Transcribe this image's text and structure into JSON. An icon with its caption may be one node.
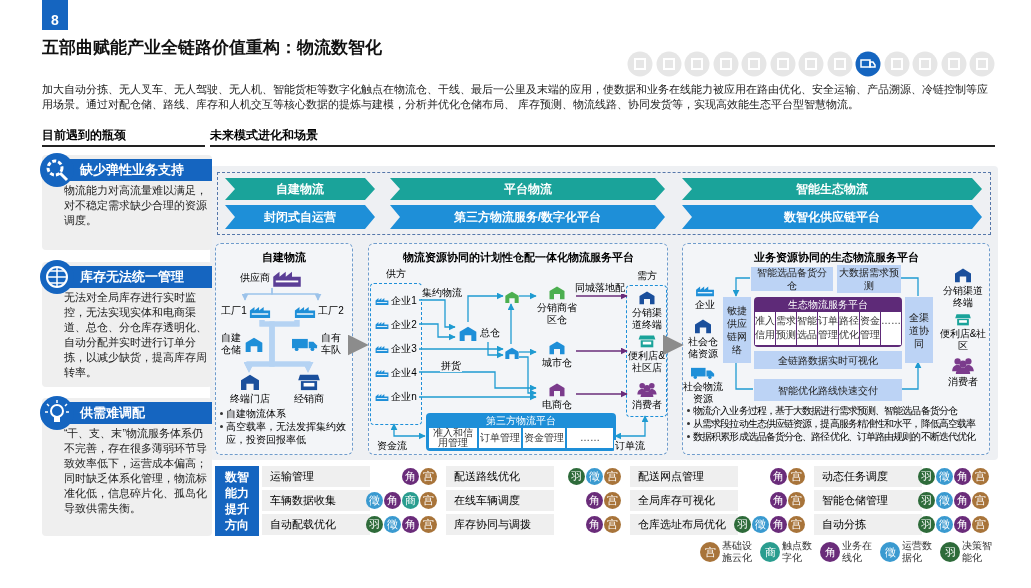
{
  "diagram": {
    "title": "五部曲赋能产业全链路价值重构：物流数智化",
    "nodes": [
      {
        "text": [
          "缺少弹性业务支持",
          "物流能力对高流量难以满足，对不稳定需求缺少合理的资源调度。"
        ]
      },
      {
        "text": [
          "库存无法统一管理",
          "无法对全局库存进行实时监控，无法实现实体和电商渠道、总仓、分仓库存透明化、自动分配并实时进行订单分拣，以减少缺货，提高库存周转率。"
        ]
      },
      {
        "text": [
          "供需难调配",
          "“干、支、末”物流服务体系仍不完善，存在很多薄弱环节导致效率低下，运营成本偏高；同时缺乏体系化管理，物流标准化低，信息碎片化、孤岛化导致供需失衡。"
        ]
      },
      {
        "text": [
          "自建物流"
        ]
      },
      {
        "text": [
          "封闭式自运营"
        ]
      },
      {
        "text": [
          "平台物流"
        ]
      },
      {
        "text": [
          "第三方物流服务/数字化平台"
        ]
      },
      {
        "text": [
          "智能生态物流"
        ]
      },
      {
        "text": [
          "数智化供应链平台"
        ]
      },
      {
        "text": [
          "自建物流",
          "自建物流体系",
          "高空载率，无法发挥集约效应，投资回报率低"
        ]
      },
      {
        "text": [
          "供应商"
        ],
        "in": 9
      },
      {
        "text": [
          "工厂1"
        ],
        "in": 9
      },
      {
        "text": [
          "工厂2"
        ],
        "in": 9
      },
      {
        "text": [
          "自建仓储"
        ],
        "in": 9
      },
      {
        "text": [
          "自有车队"
        ],
        "in": 9
      },
      {
        "text": [
          "终端门店"
        ],
        "in": 9
      },
      {
        "text": [
          "经销商"
        ],
        "in": 9
      },
      {
        "text": [
          "物流资源协同的计划性仓配一体化物流服务平台"
        ]
      },
      {
        "text": [
          "供方"
        ],
        "in": 17
      },
      {
        "text": [
          "企业1"
        ],
        "in": 18
      },
      {
        "text": [
          "企业2"
        ],
        "in": 18
      },
      {
        "text": [
          "企业3"
        ],
        "in": 18
      },
      {
        "text": [
          "企业4"
        ],
        "in": 18
      },
      {
        "text": [
          "企业n"
        ],
        "in": 18
      },
      {
        "text": [
          "总仓"
        ],
        "in": 17
      },
      {
        "text": [],
        "shape": "picture",
        "in": 17
      },
      {
        "text": [],
        "shape": "picture",
        "in": 17
      },
      {
        "text": [
          "分销商省区仓"
        ],
        "in": 17
      },
      {
        "text": [
          "城市仓"
        ],
        "in": 17
      },
      {
        "text": [
          "电商仓"
        ],
        "in": 17
      },
      {
        "text": [
          "需方"
        ],
        "in": 17
      },
      {
        "text": [
          "分销渠道终端"
        ],
        "in": 30
      },
      {
        "text": [
          "便利店&社区店"
        ],
        "in": 30
      },
      {
        "text": [
          "消费者"
        ],
        "in": 30
      },
      {
        "text": [
          "第三方物流平台"
        ],
        "in": 17
      },
      {
        "text": [
          "准入和信用管理"
        ],
        "in": 34
      },
      {
        "text": [
          "订单管理"
        ],
        "in": 34
      },
      {
        "text": [
          "资金管理"
        ],
        "in": 34
      },
      {
        "text": [
          "……"
        ],
        "in": 34
      },
      {
        "text": [
          "业务资源协同的生态物流服务平台",
          "物流介入业务过程，基于大数据进行需求预测、智能选品备货分仓",
          "从需求段拉动生态供应链资源，提高服务精准性和水平，降低高空载率",
          "数据积累形成选品备货分仓、路径优化、订单路由规则的不断迭代优化"
        ]
      },
      {
        "text": [
          "企业"
        ],
        "in": 39
      },
      {
        "text": [
          "社会仓储资源"
        ],
        "in": 39
      },
      {
        "text": [
          "社会物流资源"
        ],
        "in": 39
      },
      {
        "text": [
          "智能选品备货分仓"
        ],
        "in": 39
      },
      {
        "text": [
          "大数据需求预测"
        ],
        "in": 39
      },
      {
        "text": [
          "敏捷供应链网络"
        ],
        "in": 39
      },
      {
        "text": [
          "生态物流服务平台"
        ],
        "in": 39
      },
      {
        "text": [
          "准入信用"
        ],
        "in": 46
      },
      {
        "text": [
          "需求预测"
        ],
        "in": 46
      },
      {
        "text": [
          "智能选品"
        ],
        "in": 46
      },
      {
        "text": [
          "订单管理"
        ],
        "in": 46
      },
      {
        "text": [
          "路径优化"
        ],
        "in": 46
      },
      {
        "text": [
          "资金管理"
        ],
        "in": 46
      },
      {
        "text": [
          "……"
        ],
        "in": 46
      },
      {
        "text": [
          "全链路数据实时可视化"
        ],
        "in": 39
      },
      {
        "text": [
          "全渠道协同"
        ],
        "in": 39
      },
      {
        "text": [
          "智能优化路线快速交付"
        ],
        "in": 39
      },
      {
        "text": [
          "分销渠道终端"
        ],
        "in": 39
      },
      {
        "text": [
          "便利店&社区"
        ],
        "in": 39
      },
      {
        "text": [
          "消费者"
        ],
        "in": 39
      },
      {
        "text": [
          "数智能力提升方向"
        ]
      },
      {
        "text": [
          "运输管理"
        ],
        "beside": [
          "角",
          "宫"
        ]
      },
      {
        "text": [
          "配送路线优化"
        ],
        "beside": [
          "羽",
          "徵",
          "宫"
        ]
      },
      {
        "text": [
          "配送网点管理"
        ],
        "beside": [
          "角",
          "宫"
        ]
      },
      {
        "text": [
          "动态任务调度"
        ],
        "beside": [
          "羽",
          "徵",
          "角",
          "宫"
        ]
      },
      {
        "text": [
          "车辆数据收集"
        ],
        "beside": [
          "徵",
          "角",
          "商",
          "宫"
        ]
      },
      {
        "text": [
          "在线车辆调度"
        ],
        "beside": [
          "角",
          "宫"
        ]
      },
      {
        "text": [
          "全局库存可视化"
        ],
        "beside": [
          "角",
          "宫"
        ]
      },
      {
        "text": [
          "智能仓储管理"
        ],
        "beside": [
          "羽",
          "徵",
          "角",
          "宫"
        ]
      },
      {
        "text": [
          "自动配载优化"
        ],
        "beside": [
          "羽",
          "徵",
          "角",
          "宫"
        ]
      },
      {
        "text": [
          "库存协同与调拨"
        ],
        "beside": [
          "角",
          "宫"
        ]
      },
      {
        "text": [
          "仓库选址布局优化"
        ],
        "beside": [
          "羽",
          "徵",
          "角",
          "宫"
        ]
      },
      {
        "text": [
          "自动分拣"
        ],
        "beside": [
          "羽",
          "徵",
          "角",
          "宫"
        ]
      }
    ],
    "edges": [
      {
        "from": 9,
        "to": 17,
        "arrow": "to",
        "style": "thick",
        "color": "#8c8c8c"
      },
      {
        "from": 17,
        "to": 39,
        "arrow": "to",
        "style": "thick",
        "color": "#8c8c8c"
      },
      {
        "from": 10,
        "to": 11,
        "arrow": "to",
        "color": "#9cc3ea"
      },
      {
        "from": 10,
        "to": 12,
        "arrow": "to",
        "color": "#9cc3ea"
      },
      {
        "from": 11,
        "to": 15,
        "arrow": "to",
        "style": "thick",
        "color": "#b5d3f3"
      },
      {
        "from": 11,
        "to": 16,
        "arrow": "to",
        "style": "thick",
        "color": "#b5d3f3"
      },
      {
        "from": 12,
        "to": 15,
        "arrow": "to",
        "style": "thick",
        "color": "#b5d3f3"
      },
      {
        "from": 12,
        "to": 16,
        "arrow": "to",
        "style": "thick",
        "color": "#b5d3f3"
      },
      {
        "from": 19,
        "to": 24,
        "arrow": "to",
        "label": "集约物流"
      },
      {
        "from": 20,
        "to": 24,
        "arrow": "to"
      },
      {
        "from": 24,
        "to": 25,
        "arrow": "to"
      },
      {
        "from": 21,
        "to": 26,
        "arrow": "to"
      },
      {
        "from": 24,
        "to": 26,
        "arrow": "to"
      },
      {
        "from": 22,
        "to": 29,
        "arrow": "to",
        "label": "拼货"
      },
      {
        "from": 23,
        "to": 29,
        "arrow": "to"
      },
      {
        "from": 26,
        "to": 25,
        "arrow": "to"
      },
      {
        "from": 25,
        "to": 27,
        "arrow": "to"
      },
      {
        "from": 26,
        "to": 28,
        "arrow": "to"
      },
      {
        "from": 26,
        "to": 29,
        "arrow": "to"
      },
      {
        "from": 27,
        "to": 31,
        "arrow": "to",
        "label": "同城落地配",
        "color": "#6a2c7a"
      },
      {
        "from": 28,
        "to": 32,
        "arrow": "to",
        "color": "#6a2c7a"
      },
      {
        "from": 29,
        "to": 33,
        "arrow": "to",
        "color": "#6a2c7a"
      },
      {
        "from": 18,
        "to": 34,
        "arrow": "both",
        "label": "资金流"
      },
      {
        "from": 34,
        "to": 30,
        "arrow": "both",
        "label": "订单流"
      },
      {
        "from": 43,
        "to": 45,
        "arrow": "to"
      },
      {
        "from": 45,
        "to": 56,
        "arrow": "none"
      },
      {
        "from": 56,
        "to": 55,
        "arrow": "to"
      },
      {
        "from": 44,
        "to": 55,
        "arrow": "none"
      }
    ],
    "labels": [
      "8",
      "加大自动分拣、无人叉车、无人驾驶、无人机、智能货柜等数字化触点在物流仓、干线、最后一公里及末端的应用，使数据和业务在线能力被应用在路由优化、安全运输、产品溯源、冷链控制等应用场景。通过对配仓储、路线、库存和人机交互等核心数据的提炼与建模，分析并优化仓储布局、 库存预测、物流线路、协同发货等，实现高效能生态平台型智慧物流。",
      "目前遇到的瓶颈",
      "未来模式进化和场景",
      "宫",
      "商",
      "角",
      "徵",
      "羽"
    ],
    "legend": [
      {
        "text": "基础设施云化",
        "color": "#a8743a"
      },
      {
        "text": "触点数字化",
        "color": "#2a9d8f"
      },
      {
        "text": "业务在线化",
        "color": "#6a2c7a"
      },
      {
        "text": "运营数据化",
        "color": "#3a9ad0"
      },
      {
        "text": "决策智能化",
        "color": "#2e6b3a"
      }
    ]
  }
}
